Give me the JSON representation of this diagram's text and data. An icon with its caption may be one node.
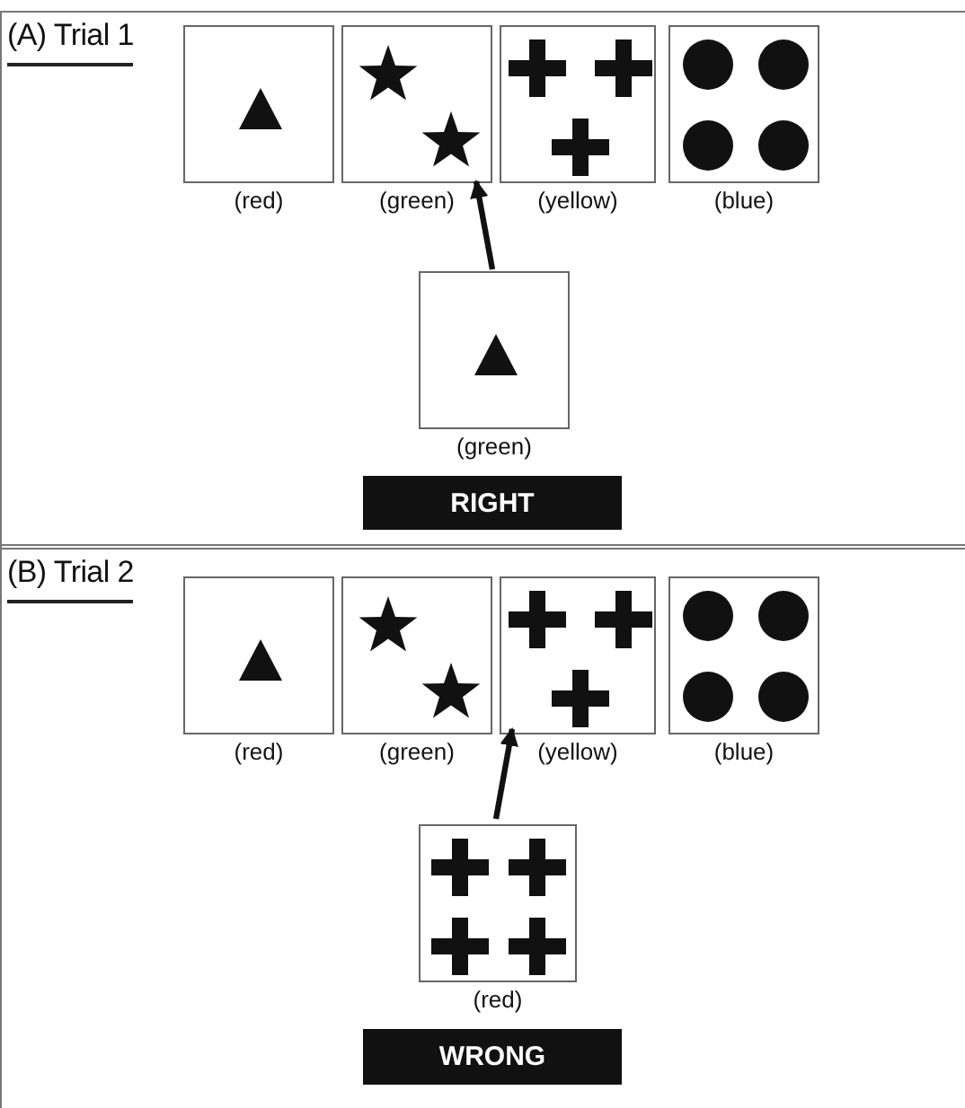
{
  "diagram": {
    "nodes": [
      {
        "text": [
          "(A) Trial 1"
        ]
      },
      {
        "text": [],
        "shape": "box",
        "in": 0,
        "beside": [
          "(red)"
        ]
      },
      {
        "text": [],
        "shape": "box",
        "in": 0,
        "beside": [
          "(green)"
        ]
      },
      {
        "text": [],
        "shape": "box",
        "in": 0,
        "beside": [
          "(yellow)"
        ]
      },
      {
        "text": [],
        "shape": "box",
        "in": 0,
        "beside": [
          "(blue)"
        ]
      },
      {
        "text": [],
        "shape": "box",
        "in": 0,
        "beside": [
          "(green)"
        ]
      },
      {
        "text": [
          "RIGHT"
        ],
        "in": 0
      },
      {
        "text": [
          "(B) Trial 2"
        ]
      },
      {
        "text": [],
        "shape": "box",
        "in": 7,
        "beside": [
          "(red)"
        ]
      },
      {
        "text": [],
        "shape": "box",
        "in": 7,
        "beside": [
          "(green)"
        ]
      },
      {
        "text": [],
        "shape": "box",
        "in": 7,
        "beside": [
          "(yellow)"
        ]
      },
      {
        "text": [],
        "shape": "box",
        "in": 7,
        "beside": [
          "(blue)"
        ]
      },
      {
        "text": [],
        "shape": "box",
        "in": 7,
        "beside": [
          "(red)"
        ]
      },
      {
        "text": [
          "WRONG"
        ],
        "in": 7
      }
    ],
    "edges": [
      {
        "from": 5,
        "to": 2,
        "arrow": "to"
      },
      {
        "from": 12,
        "to": 10,
        "arrow": "to"
      }
    ]
  }
}
